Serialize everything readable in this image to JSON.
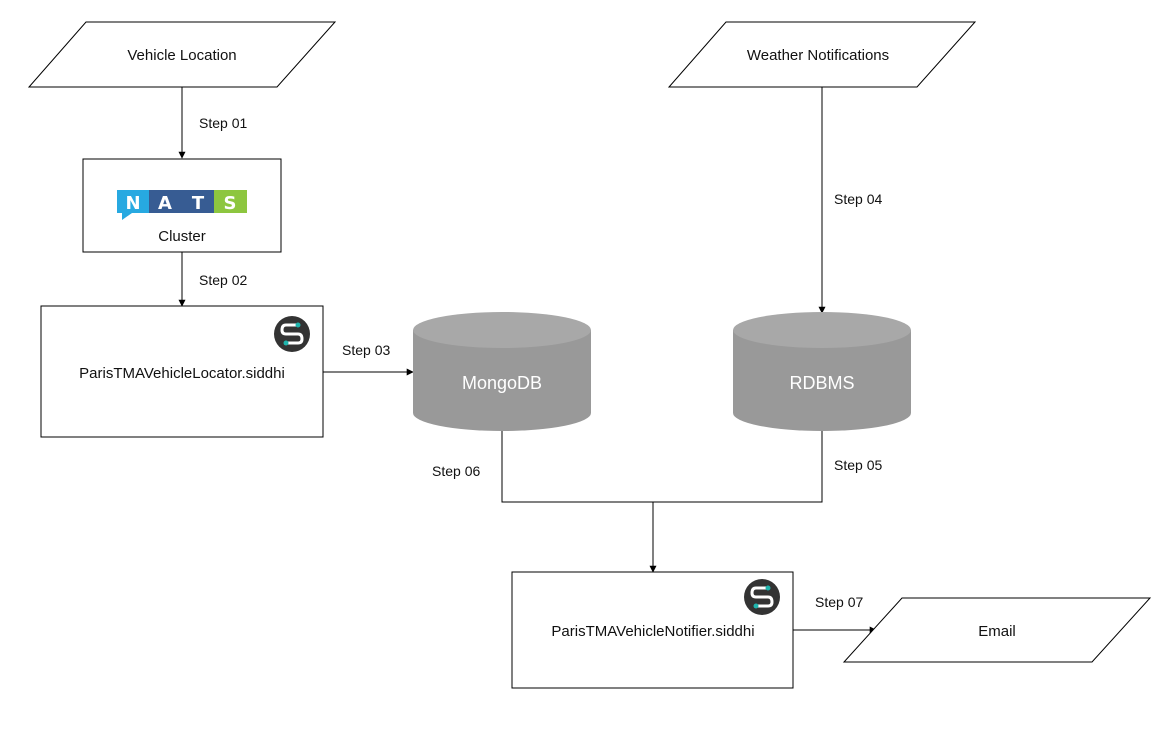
{
  "inputs": {
    "vehicle_location": "Vehicle Location",
    "weather_notifications": "Weather Notifications"
  },
  "nats": {
    "logo_letters": [
      "N",
      "A",
      "T",
      "S"
    ],
    "logo_colors": [
      "#27a9e1",
      "#375c93",
      "#375c93",
      "#8dc63f"
    ],
    "label": "Cluster"
  },
  "apps": {
    "locator": "ParisTMAVehicleLocator.siddhi",
    "notifier": "ParisTMAVehicleNotifier.siddhi"
  },
  "databases": {
    "mongodb": "MongoDB",
    "rdbms": "RDBMS"
  },
  "outputs": {
    "email": "Email"
  },
  "steps": {
    "step01": "Step 01",
    "step02": "Step 02",
    "step03": "Step 03",
    "step04": "Step 04",
    "step05": "Step 05",
    "step06": "Step 06",
    "step07": "Step 07"
  },
  "colors": {
    "db_fill": "#999999",
    "db_top": "#a8a8a8",
    "stroke": "#000000",
    "siddhi_badge": "#333333",
    "siddhi_accent": "#1fb5ad"
  }
}
